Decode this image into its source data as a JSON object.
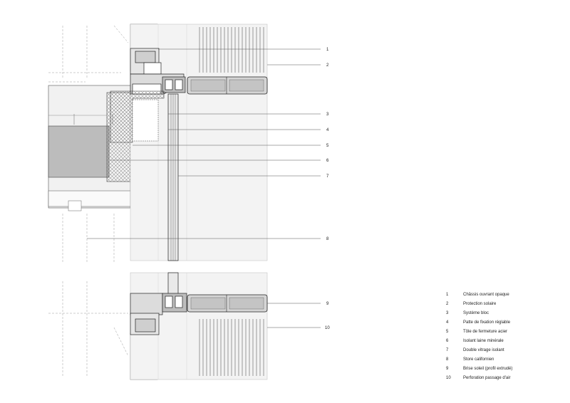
{
  "legend": {
    "items": [
      {
        "number": "1",
        "label": "Châssis ouvrant opaque"
      },
      {
        "number": "2",
        "label": "Protection solaire"
      },
      {
        "number": "3",
        "label": "Système bloc"
      },
      {
        "number": "4",
        "label": "Patte de fixation réglable"
      },
      {
        "number": "5",
        "label": "Tôle de fermeture acier"
      },
      {
        "number": "6",
        "label": "Isolant laine minérale"
      },
      {
        "number": "7",
        "label": "Double vitrage isolant"
      },
      {
        "number": "8",
        "label": "Store californien"
      },
      {
        "number": "9",
        "label": "Brise soleil (profil extrudé)"
      },
      {
        "number": "10",
        "label": "Perforation passage d'air"
      }
    ]
  },
  "callouts": [
    "1",
    "2",
    "3",
    "4",
    "5",
    "6",
    "7",
    "8",
    "9",
    "10"
  ]
}
